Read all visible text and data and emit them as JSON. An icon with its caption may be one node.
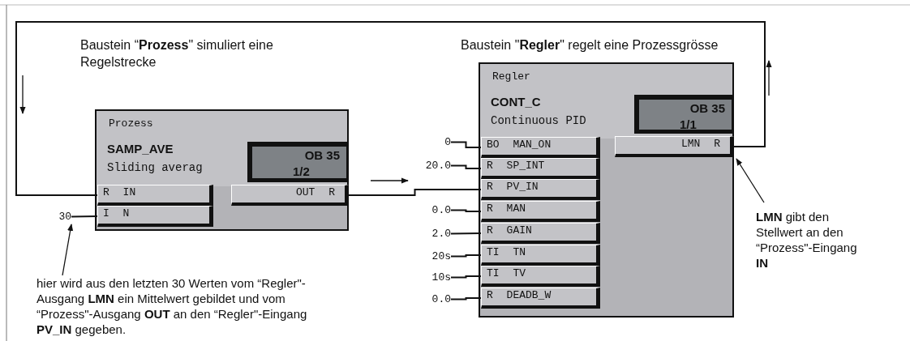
{
  "diagram": {
    "nodes": [
      {
        "text": [
          "Prozess",
          "SAMP_AVE",
          "Sliding averag"
        ]
      },
      {
        "text": [
          "OB 35",
          "1/2"
        ],
        "in": 0
      },
      {
        "text": [
          "R IN"
        ],
        "in": 0
      },
      {
        "text": [
          "I N"
        ],
        "in": 0
      },
      {
        "text": [
          "OUT R"
        ],
        "in": 0
      },
      {
        "text": [
          "Regler",
          "CONT_C",
          "Continuous PID"
        ]
      },
      {
        "text": [
          "OB 35",
          "1/1"
        ],
        "in": 5
      },
      {
        "text": [
          "BO MAN_ON"
        ],
        "in": 5
      },
      {
        "text": [
          "R SP_INT"
        ],
        "in": 5
      },
      {
        "text": [
          "R PV_IN"
        ],
        "in": 5
      },
      {
        "text": [
          "R MAN"
        ],
        "in": 5
      },
      {
        "text": [
          "R GAIN"
        ],
        "in": 5
      },
      {
        "text": [
          "TI TN"
        ],
        "in": 5
      },
      {
        "text": [
          "TI TV"
        ],
        "in": 5
      },
      {
        "text": [
          "R DEADB_W"
        ],
        "in": 5
      },
      {
        "text": [
          "LMN R"
        ],
        "in": 5
      },
      {
        "text": [
          "30"
        ]
      },
      {
        "text": [
          "0"
        ]
      },
      {
        "text": [
          "20.0"
        ]
      },
      {
        "text": [
          "0.0"
        ]
      },
      {
        "text": [
          "2.0"
        ]
      },
      {
        "text": [
          "20s"
        ]
      },
      {
        "text": [
          "10s"
        ]
      },
      {
        "text": [
          "0.0"
        ]
      },
      {
        "text": [
          "hier wird aus den letzten 30 Werten vom “Regler\"-Ausgang **LMN** ein Mittelwert gebildet und vom “Prozess\"-Ausgang **OUT** an den “Regler\"-Eingang **PV_IN** gegeben."
        ]
      },
      {
        "text": [
          "**LMN** gibt den Stellwert an den “Prozess\"-Eingang **IN**"
        ]
      }
    ],
    "edges": [
      {
        "from": 15,
        "to": 2,
        "arrow": "none"
      },
      {
        "from": 4,
        "to": 9,
        "arrow": "none"
      },
      {
        "from": 16,
        "to": 3,
        "arrow": "none"
      },
      {
        "from": 17,
        "to": 7,
        "arrow": "none"
      },
      {
        "from": 18,
        "to": 8,
        "arrow": "none"
      },
      {
        "from": 19,
        "to": 10,
        "arrow": "none"
      },
      {
        "from": 20,
        "to": 11,
        "arrow": "none"
      },
      {
        "from": 21,
        "to": 12,
        "arrow": "none"
      },
      {
        "from": 22,
        "to": 13,
        "arrow": "none"
      },
      {
        "from": 23,
        "to": 14,
        "arrow": "none"
      },
      {
        "from": 24,
        "to": 16,
        "arrow": "to"
      },
      {
        "from": 25,
        "to": 15,
        "arrow": "to"
      }
    ],
    "labels": [
      "Baustein “**Prozess**\" simuliert eine Regelstrecke",
      "Baustein \"**Regler**\" regelt eine Prozessgrösse"
    ]
  }
}
